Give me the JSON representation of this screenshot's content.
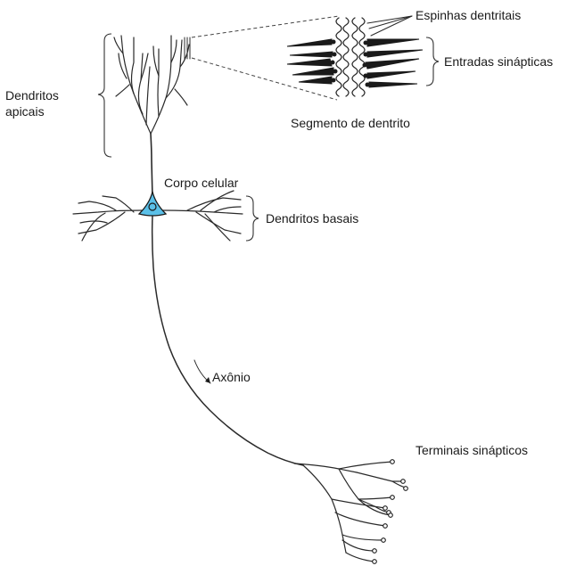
{
  "labels": {
    "apical_dendrites": [
      "Dendritos",
      "apicais"
    ],
    "dendritic_spines": "Espinhas dentritais",
    "synaptic_inputs": "Entradas sinápticas",
    "dendrite_segment": "Segmento de dentrito",
    "cell_body": "Corpo celular",
    "basal_dendrites": "Dendritos basais",
    "axon": "Axônio",
    "synaptic_terminals": "Terminais sinápticos"
  },
  "colors": {
    "soma_fill": "#5bc0e8",
    "line": "#2a2a2a"
  }
}
